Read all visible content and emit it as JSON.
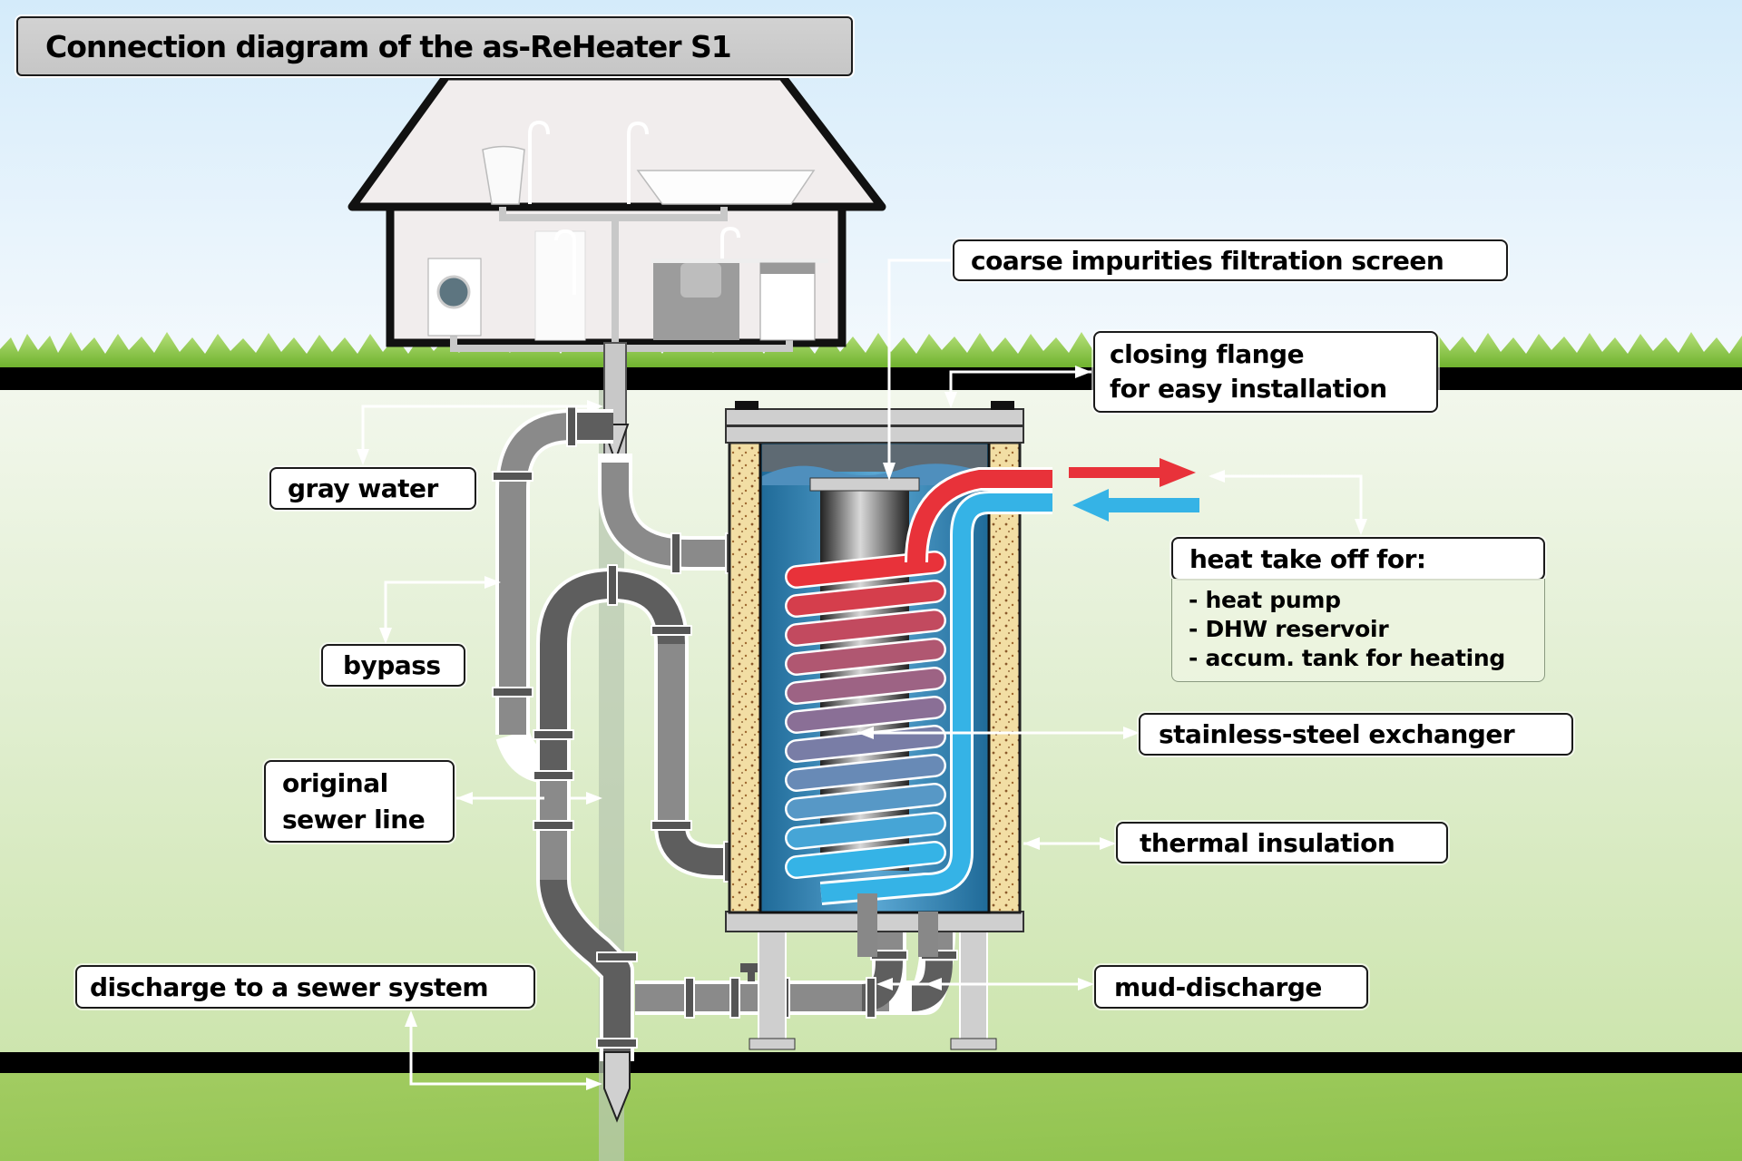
{
  "title": "Connection diagram of the as-ReHeater S1",
  "labels": {
    "coarse_screen": "coarse impurities filtration screen",
    "closing_flange_line1": "closing flange",
    "closing_flange_line2": "for easy installation",
    "gray_water": "gray water",
    "bypass": "bypass",
    "original_sewer_line1": "original",
    "original_sewer_line2": "sewer line",
    "heat_take_off_title": "heat take off for:",
    "heat_take_off_items": [
      "- heat pump",
      "- DHW reservoir",
      "- accum. tank for heating"
    ],
    "stainless_exchanger": "stainless-steel exchanger",
    "thermal_insulation": "thermal insulation",
    "mud_discharge": "mud-discharge",
    "discharge_sewer": "discharge to a sewer system"
  },
  "house_fixtures": [
    "washbasin",
    "bathtub",
    "washing-machine",
    "shower",
    "kitchen-sink",
    "dishwasher"
  ],
  "colors": {
    "sky_top": "#d6ecfa",
    "sky_bottom": "#f3f8fd",
    "grass": "#7cc043",
    "soil_top": "#eef5e6",
    "soil_bottom": "#cfe6b1",
    "deep_soil": "#9cc95a",
    "ground_line": "#000000",
    "pipe_dark": "#5a5a5a",
    "pipe_light": "#8a8a8a",
    "hot_water": "#e8323a",
    "cold_water": "#35b3e6",
    "tank_water": "#2f7fae",
    "insulation": "#f1dca0",
    "label_bg": "#ffffff",
    "title_bg": "#cccccc"
  }
}
